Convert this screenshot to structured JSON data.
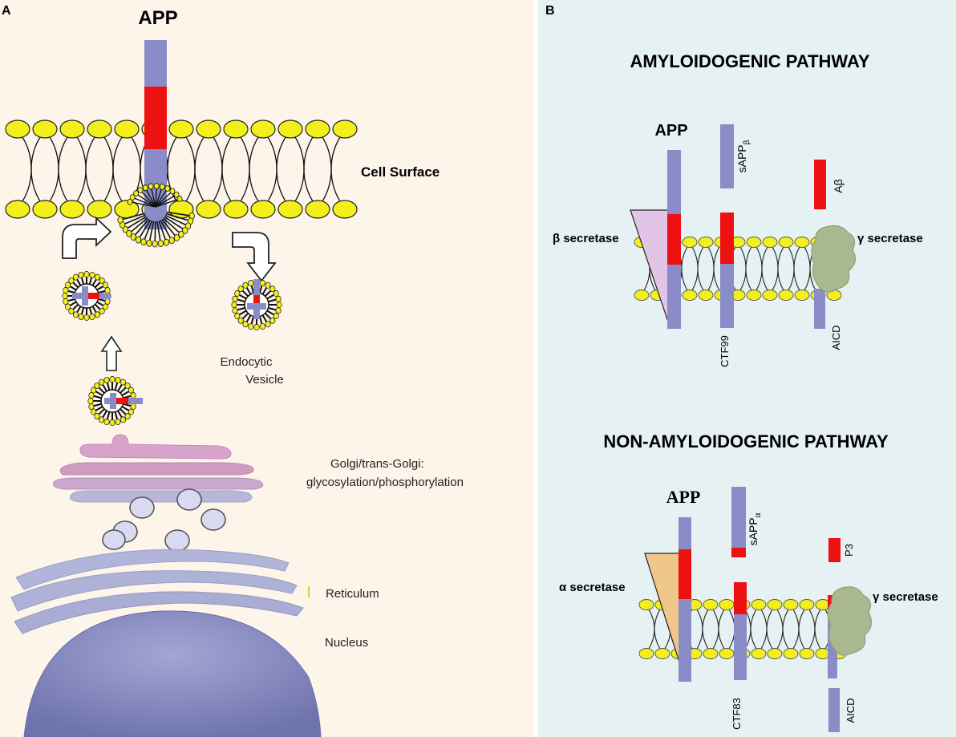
{
  "panel_a": {
    "letter": "A",
    "app_label": "APP",
    "cell_surface_label": "Cell Surface",
    "endocytic_label_line1": "Endocytic",
    "endocytic_label_line2": "Vesicle",
    "golgi_label_line1": "Golgi/trans-Golgi:",
    "golgi_label_line2": "glycosylation/phosphorylation",
    "reticulum_label": "Reticulum",
    "nucleus_label": "Nucleus"
  },
  "panel_b": {
    "letter": "B",
    "amyloidogenic": {
      "title": "AMYLOIDOGENIC PATHWAY",
      "app_label": "APP",
      "sapp_label": "sAPP",
      "sapp_sub": "β",
      "abeta_label": "Aβ",
      "beta_secretase_label": "β secretase",
      "gamma_secretase_label": "γ secretase",
      "ctf_label": "CTF99",
      "aicd_label": "AICD"
    },
    "non_amyloidogenic": {
      "title": "NON-AMYLOIDOGENIC PATHWAY",
      "app_label": "APP",
      "sapp_label": "sAPP",
      "sapp_sub": "α",
      "p3_label": "P3",
      "alpha_secretase_label": "α secretase",
      "gamma_secretase_label": "γ secretase",
      "ctf_label": "CTF83",
      "aicd_label": "AICD"
    }
  },
  "colors": {
    "panel_a_bg": "#fdf5ea",
    "panel_b_bg": "#e6f1f3",
    "app_purple": "#8a8cc8",
    "abeta_red": "#ee1111",
    "lipid_yellow": "#f2ef1c",
    "golgi_pink": "#cf9bc1",
    "er_blue": "#aeb2d6",
    "nucleus_blue": "#7e82b8",
    "vesicle_blue": "#d9d9f1",
    "gamma_green": "#a9b88e",
    "beta_triangle": "#e2c5e6",
    "alpha_triangle": "#efc78a"
  }
}
